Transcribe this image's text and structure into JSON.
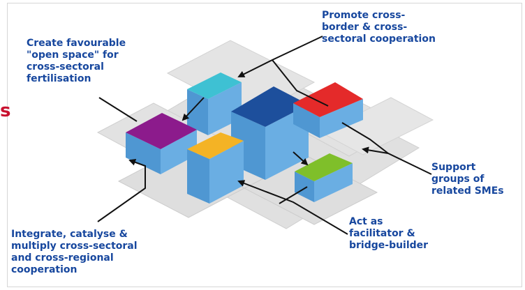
{
  "labels": {
    "open_space": "Create favourable\n\"open space\" for\ncross-sectoral\nfertilisation",
    "promote": "Promote cross-\nborder & cross-\nsectoral cooperation",
    "support": "Support\ngroups of\nrelated SMEs",
    "facilitator": "Act as\nfacilitator &\nbridge-builder",
    "integrate": "Integrate, catalyse &\nmultiply cross-sectoral\nand cross-regional\ncooperation"
  },
  "edge_glyph": "s",
  "colors": {
    "label_text": "#17479e",
    "arrow": "#111111",
    "platform": "#d9d9d9",
    "platform_edge": "#c4c4c4",
    "cube_side": "#6aaee3",
    "cube_side_dark": "#4f97d2",
    "cube_teal_top": "#3ec1d3",
    "cube_blue_top": "#1d4f9c",
    "cube_red_top": "#e42a2a",
    "cube_purple_top": "#8c1b8c",
    "cube_yellow_top": "#f4b325",
    "cube_green_top": "#7fbf2a",
    "edge_glyph": "#c8102e"
  }
}
